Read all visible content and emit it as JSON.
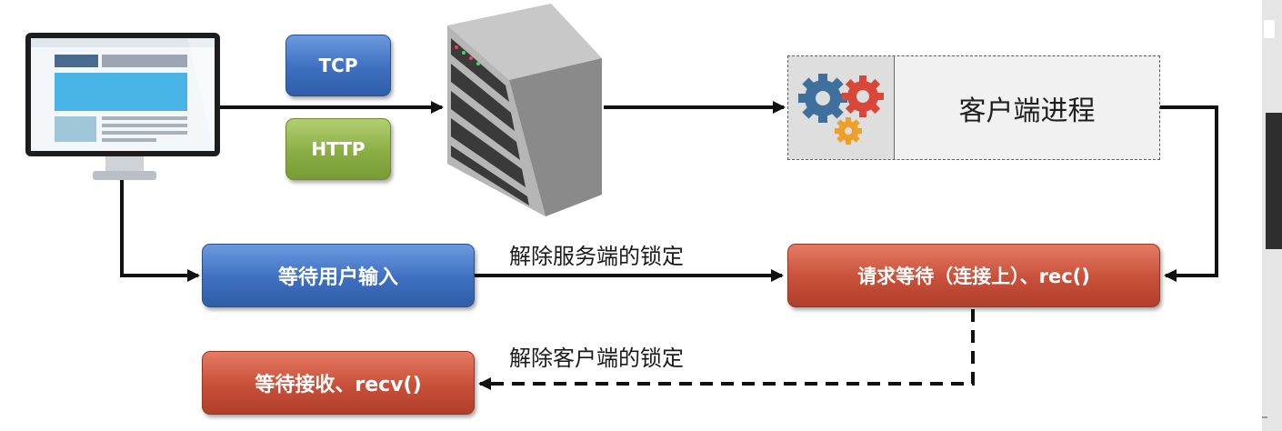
{
  "protocols": {
    "tcp": "TCP",
    "http": "HTTP"
  },
  "client_process": {
    "label": "客户端进程"
  },
  "steps": {
    "wait_user_input": "等待用户输入",
    "request_wait": "请求等待（连接上）、rec()",
    "wait_receive": "等待接收、recv()"
  },
  "edge_labels": {
    "unlock_server": "解除服务端的锁定",
    "unlock_client": "解除客户端的锁定"
  },
  "icons": {
    "monitor": "computer-monitor-icon",
    "server": "server-rack-icon",
    "gears": "gears-icon"
  },
  "colors": {
    "blue": "#3e6fbf",
    "green": "#8bae44",
    "red": "#c8503a",
    "arrow": "#111111"
  }
}
